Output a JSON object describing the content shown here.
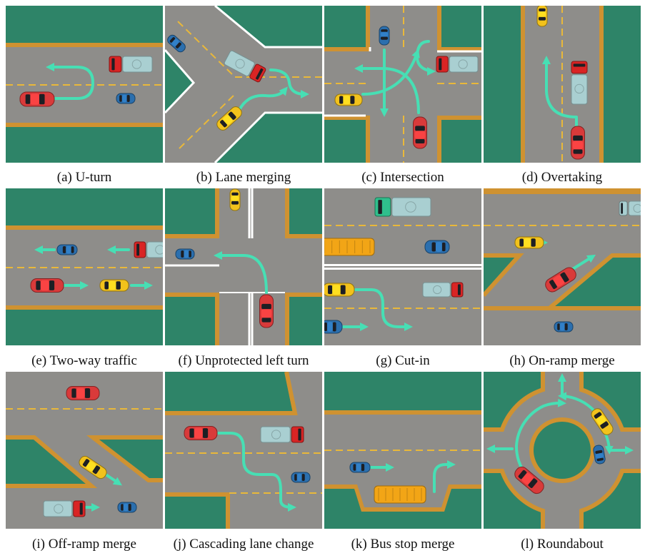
{
  "colors": {
    "grass": "#2e8468",
    "road": "#8e8d8a",
    "curb": "#cf9231",
    "lane_dash": "#e9b83a",
    "white_line": "#ffffff",
    "trajectory": "#47dfb4",
    "car_red": "#d93a3a",
    "car_yellow": "#f2c21c",
    "car_blue": "#2b6fae",
    "truck_cab": "#d92424",
    "truck_box": "#a9cfd1",
    "truck_green_cab": "#2fbf8c",
    "bus": "#f2a516"
  },
  "panels": [
    {
      "id": "a",
      "caption": "(a) U-turn"
    },
    {
      "id": "b",
      "caption": "(b) Lane merging"
    },
    {
      "id": "c",
      "caption": "(c) Intersection"
    },
    {
      "id": "d",
      "caption": "(d) Overtaking"
    },
    {
      "id": "e",
      "caption": "(e) Two-way traffic"
    },
    {
      "id": "f",
      "caption": "(f) Unprotected left turn"
    },
    {
      "id": "g",
      "caption": "(g) Cut-in"
    },
    {
      "id": "h",
      "caption": "(h) On-ramp merge"
    },
    {
      "id": "i",
      "caption": "(i) Off-ramp merge"
    },
    {
      "id": "j",
      "caption": "(j) Cascading lane change"
    },
    {
      "id": "k",
      "caption": "(k) Bus stop merge"
    },
    {
      "id": "l",
      "caption": "(l) Roundabout"
    }
  ]
}
